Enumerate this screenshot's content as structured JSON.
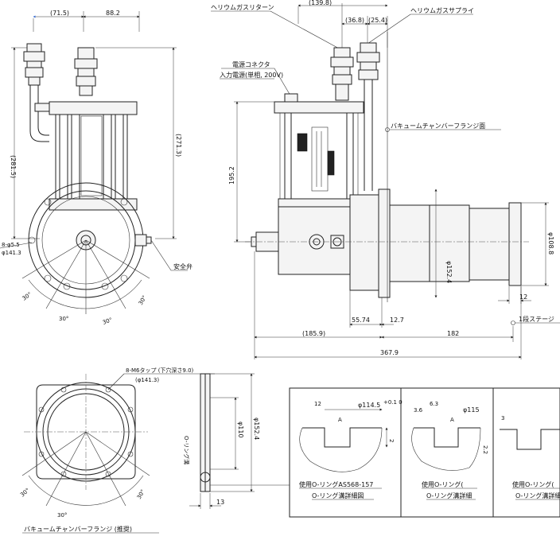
{
  "dimensions": {
    "d71_5": "(71.5)",
    "d88_2": "88.2",
    "d281_5": "(281.5)",
    "d271_3": "(271.3)",
    "d139_8": "(139.8)",
    "d36_8": "(36.8)",
    "d25_4": "(25.4)",
    "d195_2": "195.2",
    "d152_4": "φ152.4",
    "d108_8": "φ108.8",
    "d12": "12",
    "d55_74": "55.74",
    "d12_7": "12.7",
    "d185_9": "(185.9)",
    "d182": "182",
    "d367_9": "367.9",
    "d8_phi5_5": "8-φ5.5",
    "d_phi141_3": "φ141.3",
    "d_flange_152_4": "φ152.4",
    "d_flange_110": "φ110",
    "d13": "13",
    "d_phi114_5": "φ114.5",
    "d_phi115": "φ115",
    "d_3_6": "3.6",
    "d_2": "2",
    "d_2_2": "2.2",
    "d_3": "3",
    "tol_01": "+0.1 0"
  },
  "angles": {
    "a30_1": "30°",
    "a30_2": "30°",
    "a30_3": "30°",
    "a30_4": "30°",
    "f30_1": "30°",
    "f30_2": "30°",
    "f30_3": "30°"
  },
  "labels": {
    "helium_return": "ヘリウムガスリターン",
    "helium_supply": "ヘリウムガスサプライ",
    "power_connector": "電源コネクタ",
    "input_power": "入力電源(単相, 200V)",
    "vacuum_flange_side": "バキュームチャンバーフランジ面",
    "safety_valve": "安全弁",
    "stage1": "1段ステージ",
    "tap": "8-M6タップ (下穴深さ9.0)",
    "tap_pcd": "(φ141.3)",
    "oring_groove_v": "O-リング溝",
    "flange_title": "バキュームチャンバーフランジ (推奨)",
    "oring_used_1": "使用O-リングAS568-157",
    "oring_detail_1": "O-リング溝詳細図",
    "oring_used_2": "使用O-リング(",
    "oring_detail_2": "O-リング溝詳細",
    "oring_used_3": "使用O-リング(",
    "oring_detail_3": "O-リング溝詳細",
    "finish_a": "A",
    "roughness_1": "6.3",
    "roughness_2": "12"
  },
  "colors": {
    "line": "#222222",
    "arrow_accent": "#3a6fd8"
  }
}
